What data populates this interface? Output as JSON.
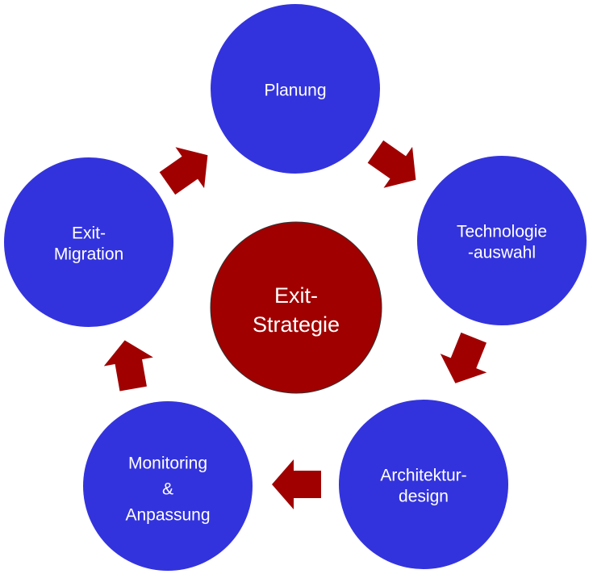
{
  "colors": {
    "stage": "#3333DD",
    "center": "#A00000",
    "arrow": "#A00000"
  },
  "center": {
    "lines": [
      "Exit-",
      "Strategie"
    ]
  },
  "stages": [
    {
      "id": "planung",
      "lines": [
        "Planung"
      ]
    },
    {
      "id": "technologie",
      "lines": [
        "Technologie",
        "-auswahl"
      ]
    },
    {
      "id": "architektur",
      "lines": [
        "Architektur-",
        "design"
      ]
    },
    {
      "id": "monitoring",
      "lines": [
        "Monitoring",
        "&",
        "Anpassung"
      ]
    },
    {
      "id": "exit-migration",
      "lines": [
        "Exit-",
        "Migration"
      ]
    }
  ]
}
